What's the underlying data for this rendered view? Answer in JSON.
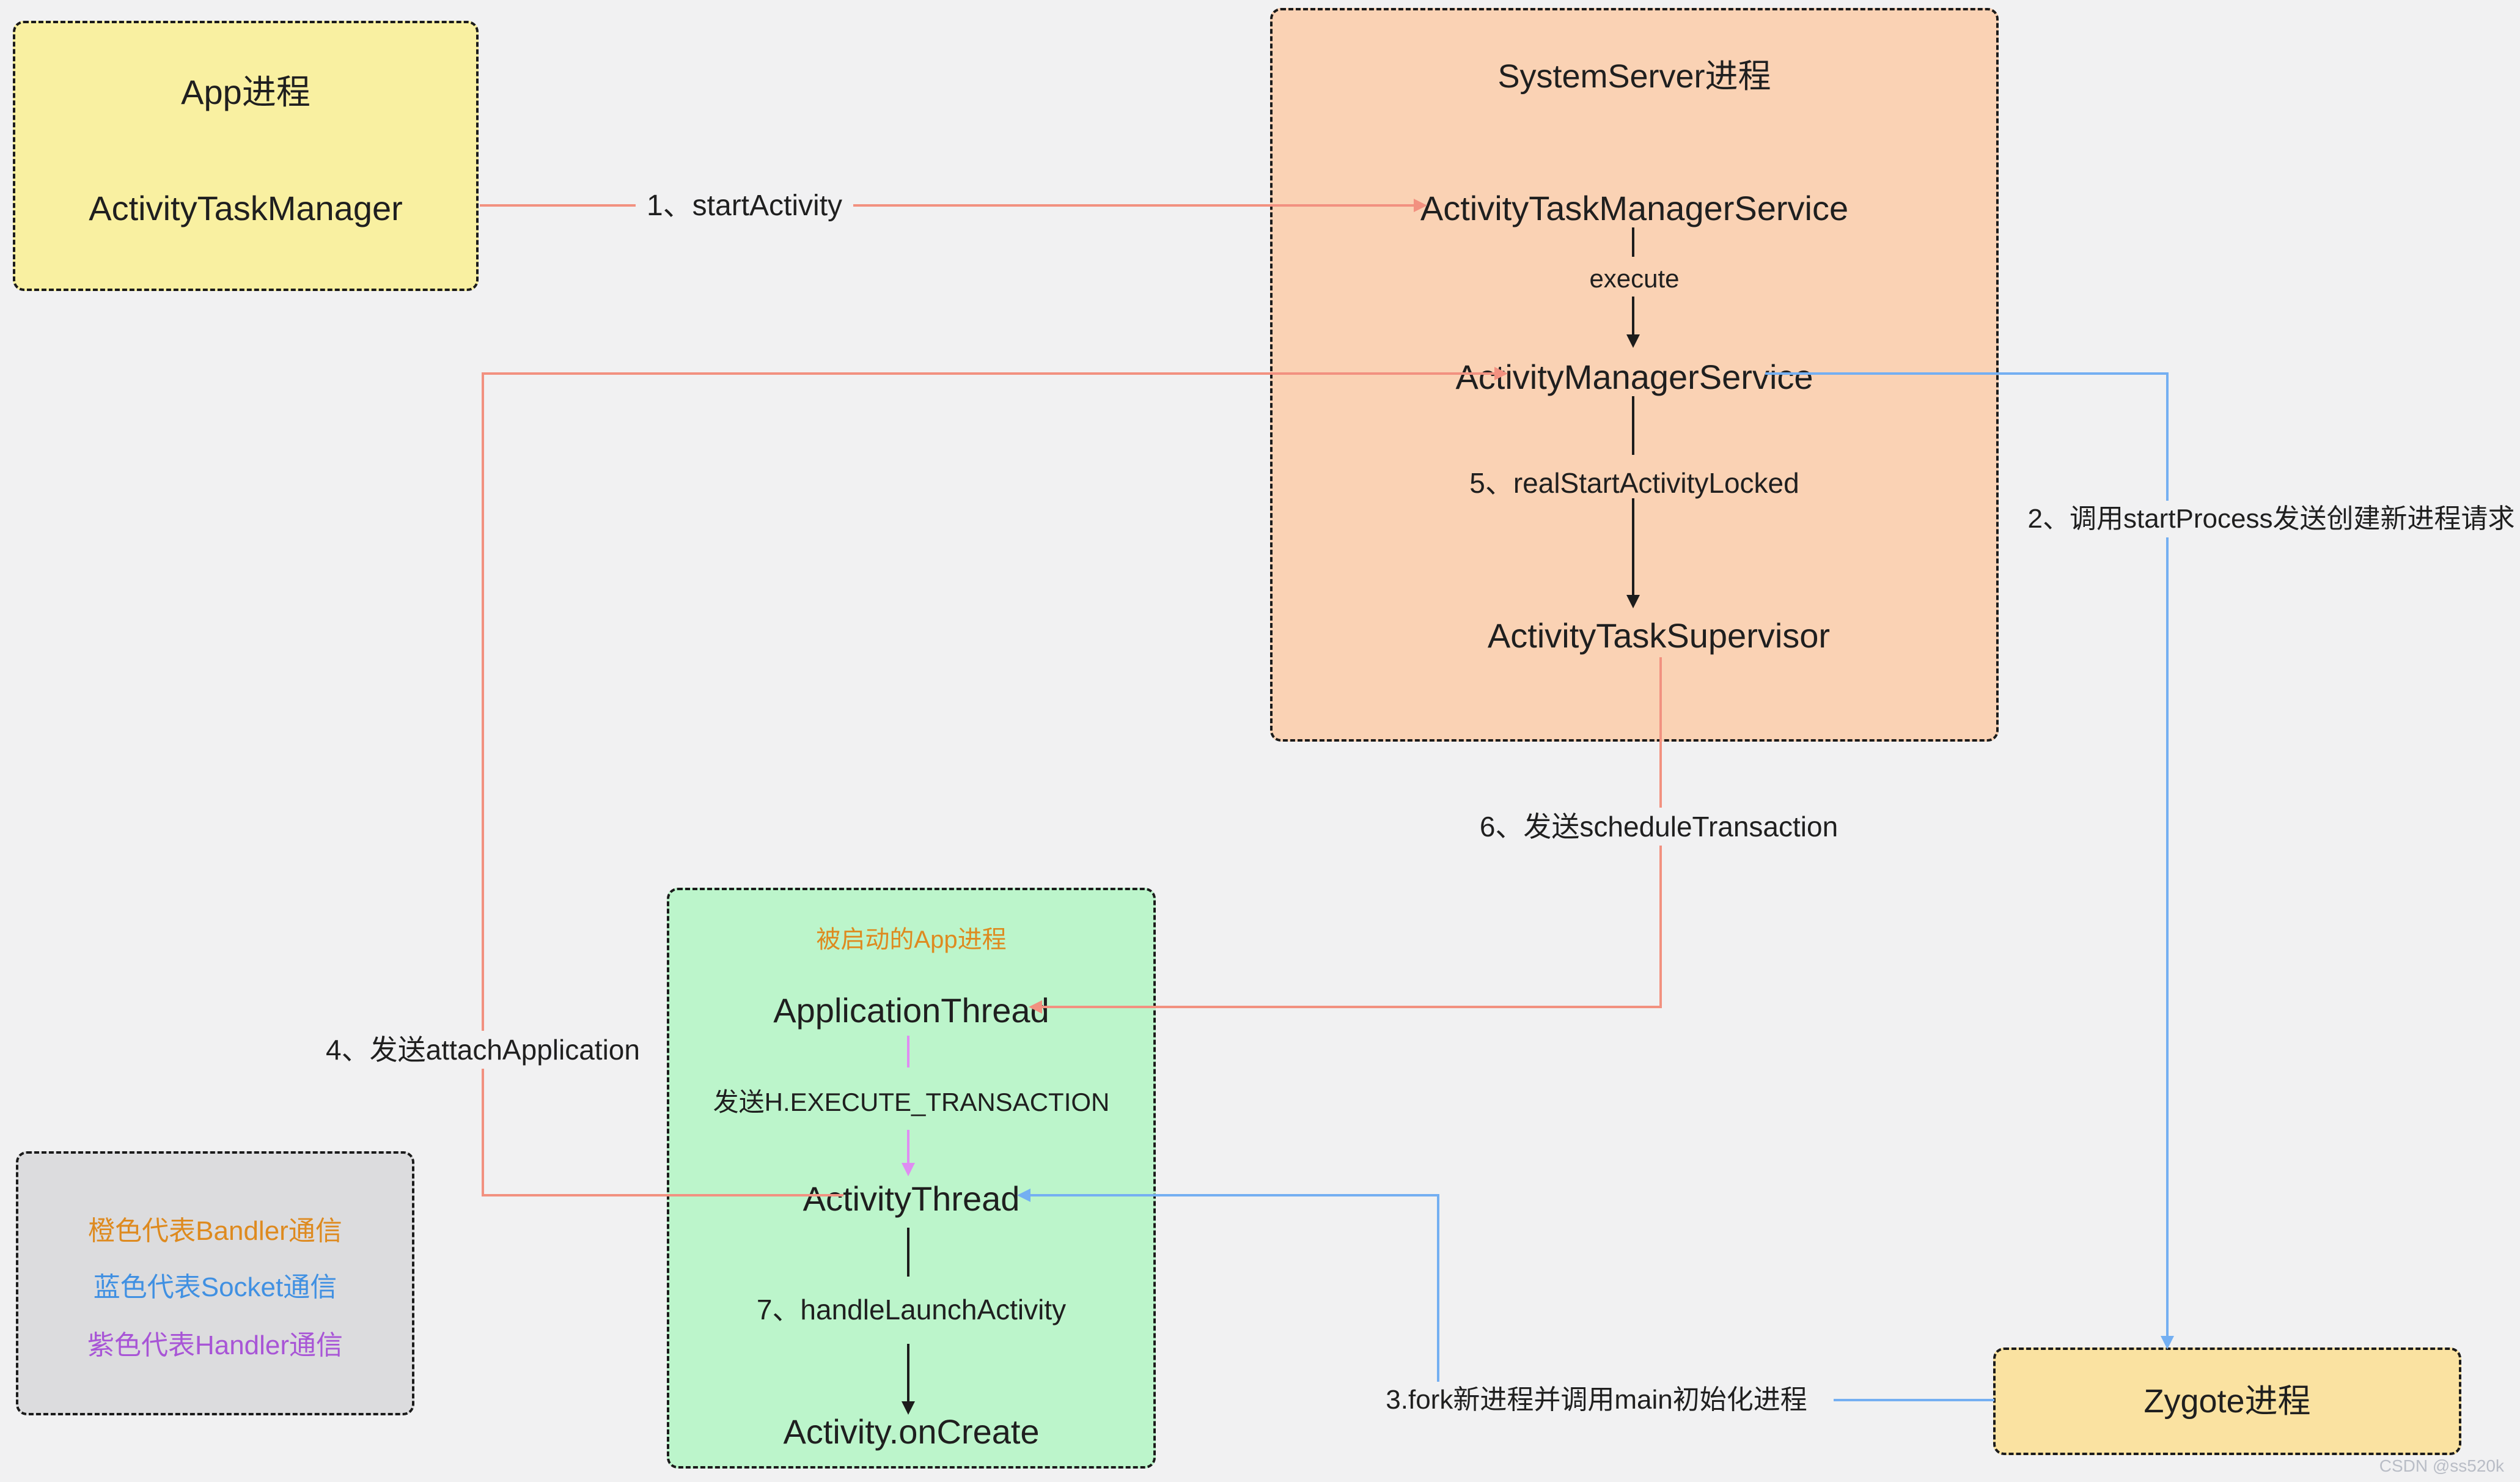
{
  "page": {
    "watermark": "CSDN @ss520k"
  },
  "colors": {
    "background": "#f1f1f2",
    "binder_line_orange": "#f29180",
    "socket_line_blue": "#74aff2",
    "handler_line_purple": "#df8df2",
    "internal_line_black": "#1c1c1c",
    "app_box_fill": "#f9f0a1",
    "system_server_box_fill": "#fad2b4",
    "new_app_box_fill": "#bcf5cb",
    "zygote_box_fill": "#fae2a1",
    "legend_box_fill": "#dcdcde",
    "orange_text": "#de8a1f",
    "blue_text": "#4090e2",
    "purple_text": "#a855d6"
  },
  "app_process_box": {
    "title": "App进程",
    "node_activity_task_manager": "ActivityTaskManager"
  },
  "system_server_box": {
    "title": "SystemServer进程",
    "node_atms": "ActivityTaskManagerService",
    "label_execute": "execute",
    "node_ams": "ActivityManagerService",
    "label_real_start": "5、realStartActivityLocked",
    "node_supervisor": "ActivityTaskSupervisor"
  },
  "new_app_box": {
    "title": "被启动的App进程",
    "node_application_thread": "ApplicationThread",
    "label_execute_transaction": "发送H.EXECUTE_TRANSACTION",
    "node_activity_thread": "ActivityThread",
    "label_handle_launch": "7、handleLaunchActivity",
    "node_on_create": "Activity.onCreate"
  },
  "zygote_box": {
    "title": "Zygote进程"
  },
  "edge_labels": {
    "step1": "1、startActivity",
    "step2": "2、调用startProcess发送创建新进程请求",
    "step3": "3.fork新进程并调用main初始化进程",
    "step4": "4、发送attachApplication",
    "step6": "6、发送scheduleTransaction"
  },
  "legend_box": {
    "items": [
      {
        "label": "橙色代表Bandler通信",
        "color": "#de8a1f"
      },
      {
        "label": "蓝色代表Socket通信",
        "color": "#4090e2"
      },
      {
        "label": "紫色代表Handler通信",
        "color": "#a855d6"
      }
    ]
  }
}
